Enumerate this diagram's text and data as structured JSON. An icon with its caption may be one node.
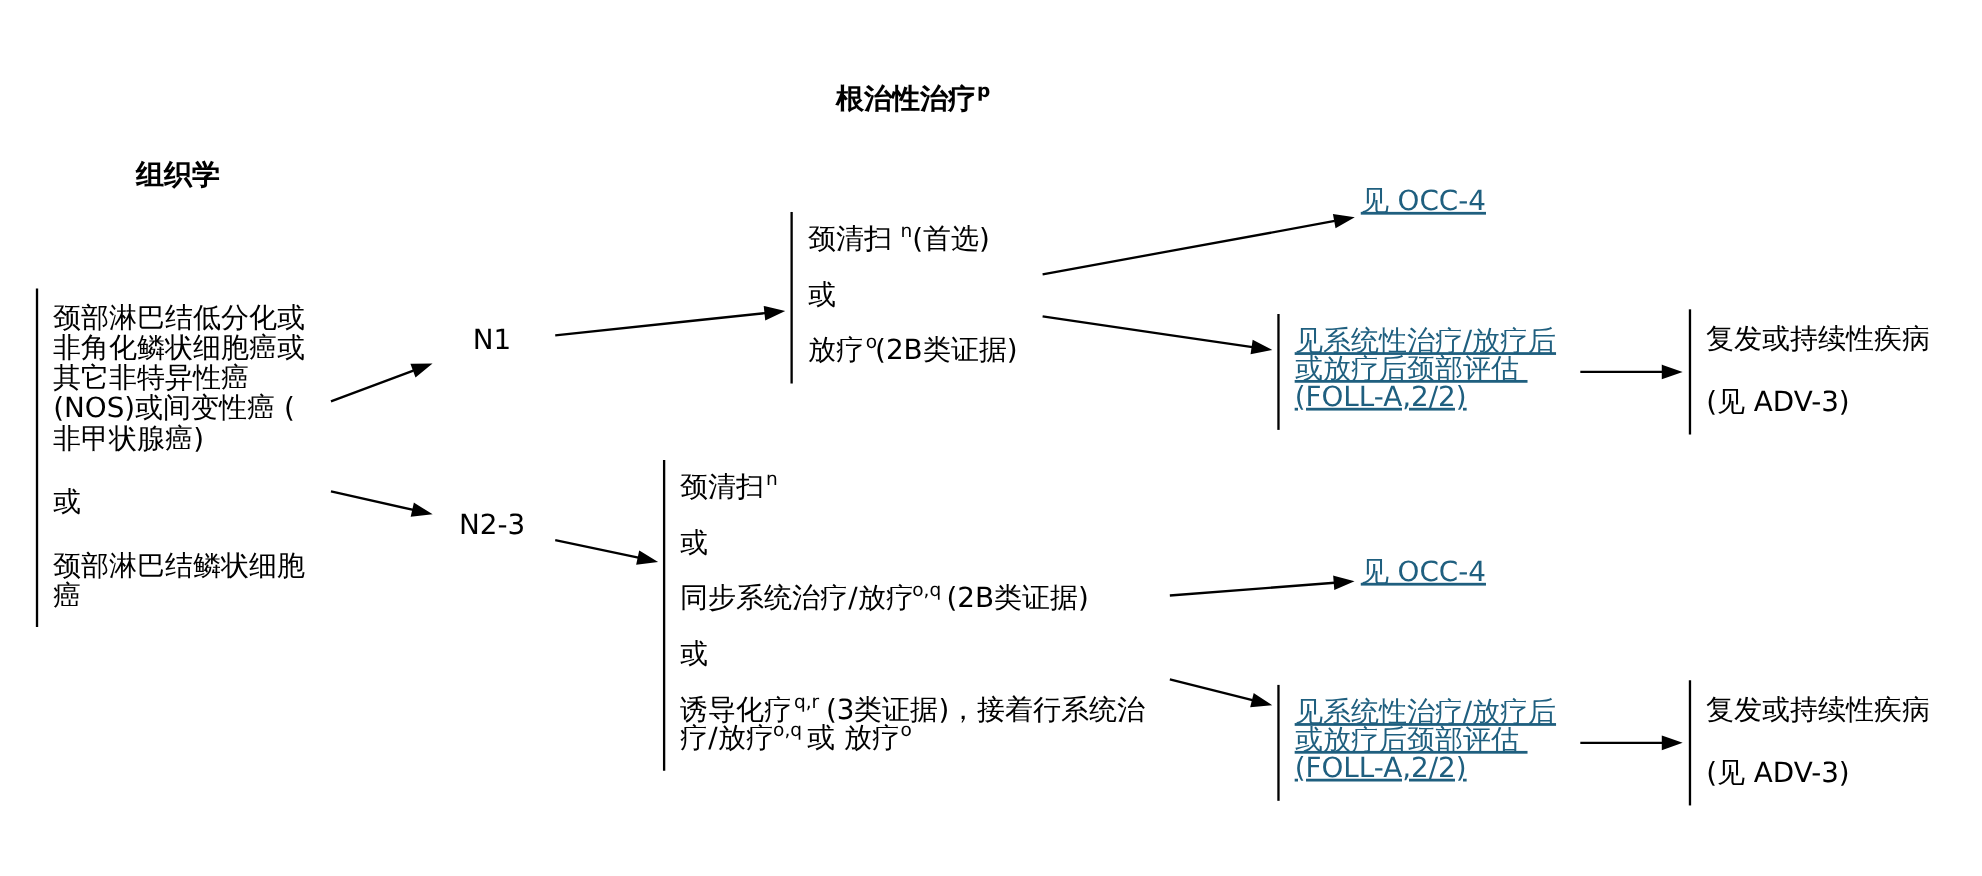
{
  "diagram": {
    "nodes": [
      {
        "text": [
          "颈部淋巴结低分化或非角化鳞状细胞癌或其它非特异性癌 (NOS)或间变性癌 (非甲状腺癌)",
          "或",
          "颈部淋巴结鳞状细胞癌"
        ]
      },
      {
        "text": [
          "N1"
        ]
      },
      {
        "text": [
          "N2-3"
        ]
      },
      {
        "text": [
          "颈清扫 $^{n}$(首选)",
          "或",
          "放疗$^{o}$(2B类证据)"
        ]
      },
      {
        "text": [
          "见 OCC-4"
        ]
      },
      {
        "text": [
          "见系统性治疗/放疗后或放疗后颈部评估 (FOLL-A,2/2)"
        ]
      },
      {
        "text": [
          "复发或持续性疾病",
          "(见 ADV-3)"
        ]
      },
      {
        "text": [
          "颈清扫$^{n}$",
          "或",
          "同步系统治疗/放疗$^{o,q}$ (2B类证据)",
          "或",
          "诱导化疗$^{q,r}$ (3类证据)，接着行系统治疗/放疗$^{o,q}$ 或 放疗$^{o}$"
        ]
      },
      {
        "text": [
          "见 OCC-4"
        ]
      },
      {
        "text": [
          "见系统性治疗/放疗后或放疗后颈部评估 (FOLL-A,2/2)"
        ]
      },
      {
        "text": [
          "复发或持续性疾病",
          "(见 ADV-3)"
        ]
      }
    ],
    "edges": [
      {
        "from": 0,
        "to": 1,
        "arrow": "to"
      },
      {
        "from": 0,
        "to": 2,
        "arrow": "to"
      },
      {
        "from": 1,
        "to": 3,
        "arrow": "to"
      },
      {
        "from": 3,
        "to": 4,
        "arrow": "to"
      },
      {
        "from": 3,
        "to": 5,
        "arrow": "to"
      },
      {
        "from": 5,
        "to": 6,
        "arrow": "to"
      },
      {
        "from": 2,
        "to": 7,
        "arrow": "to"
      },
      {
        "from": 7,
        "to": 8,
        "arrow": "to"
      },
      {
        "from": 7,
        "to": 9,
        "arrow": "to"
      },
      {
        "from": 9,
        "to": 10,
        "arrow": "to"
      }
    ],
    "labels": [
      "组织学",
      "根治性治疗$^{p}$"
    ]
  }
}
